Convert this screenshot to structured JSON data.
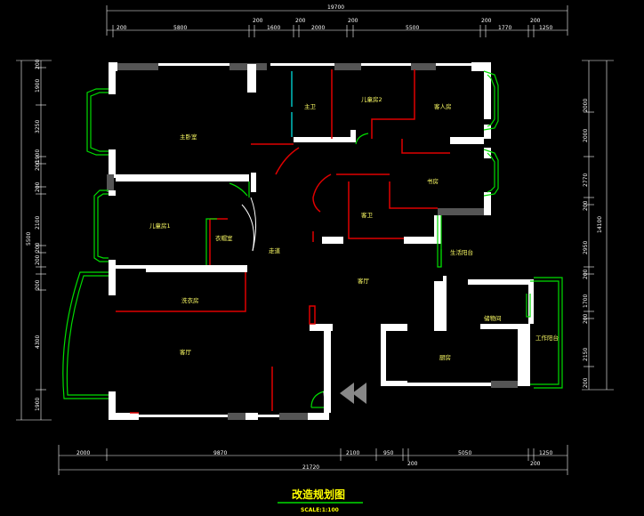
{
  "top_total": "19700",
  "top_dims": [
    "200",
    "5800",
    "200",
    "1600",
    "200",
    "2000",
    "200",
    "5500",
    "200",
    "1770",
    "200",
    "1250"
  ],
  "bottom_total": "21720",
  "bottom_dims": [
    "2000",
    "9870",
    "2100",
    "950",
    "200",
    "5050",
    "200",
    "1250"
  ],
  "left_total": "5500",
  "left_dims": [
    "200",
    "1900",
    "3250",
    "200",
    "1900",
    "200",
    "2100",
    "200",
    "200",
    "200",
    "4300",
    "1900"
  ],
  "right_total": "14100",
  "right_dims": [
    "2000",
    "2000",
    "2770",
    "200",
    "2950",
    "200",
    "1700",
    "200",
    "2150",
    "200"
  ],
  "rooms": {
    "master_bedroom": "主卧室",
    "bathroom_main": "主卫",
    "kids_room_2": "儿童房2",
    "guest_room": "客人房",
    "study": "书房",
    "kids_room_1": "儿童房1",
    "cloakroom": "衣帽室",
    "corridor": "走道",
    "guest_bath": "客卫",
    "living_room": "客厅",
    "balcony_n": "生活阳台",
    "storage": "储物间",
    "work_balcony": "工作阳台",
    "kitchen": "厨房",
    "hall": "客厅",
    "utility": "洗衣房"
  },
  "title": "改造规划图",
  "scale": "SCALE:1:100",
  "colors": {
    "wall": "#ffffff",
    "new_wall": "#e00000",
    "window": "#00dd00",
    "glass": "#00cccc",
    "text": "#ffff66"
  }
}
